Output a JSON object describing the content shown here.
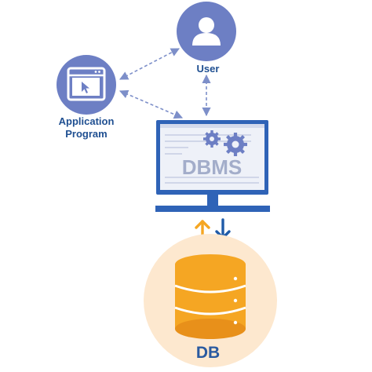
{
  "nodes": {
    "user": {
      "label": "User",
      "icon": "user-icon"
    },
    "application": {
      "label_line1": "Application",
      "label_line2": "Program",
      "icon": "app-window-cursor-icon"
    },
    "dbms": {
      "label": "DBMS",
      "icon": "monitor-with-gears-icon"
    },
    "db": {
      "label": "DB",
      "icon": "database-cylinder-icon"
    }
  },
  "colors": {
    "node_circle": "#6d7fc4",
    "label_blue": "#1f4f91",
    "monitor_blue": "#2f63b7",
    "db_glow": "#fde8cf",
    "db_orange": "#f5a623",
    "db_orange_dark": "#e8901a",
    "arrow_orange": "#f5a623",
    "arrow_blue": "#1f5ba8",
    "dashed_line": "#7d8fc9"
  }
}
